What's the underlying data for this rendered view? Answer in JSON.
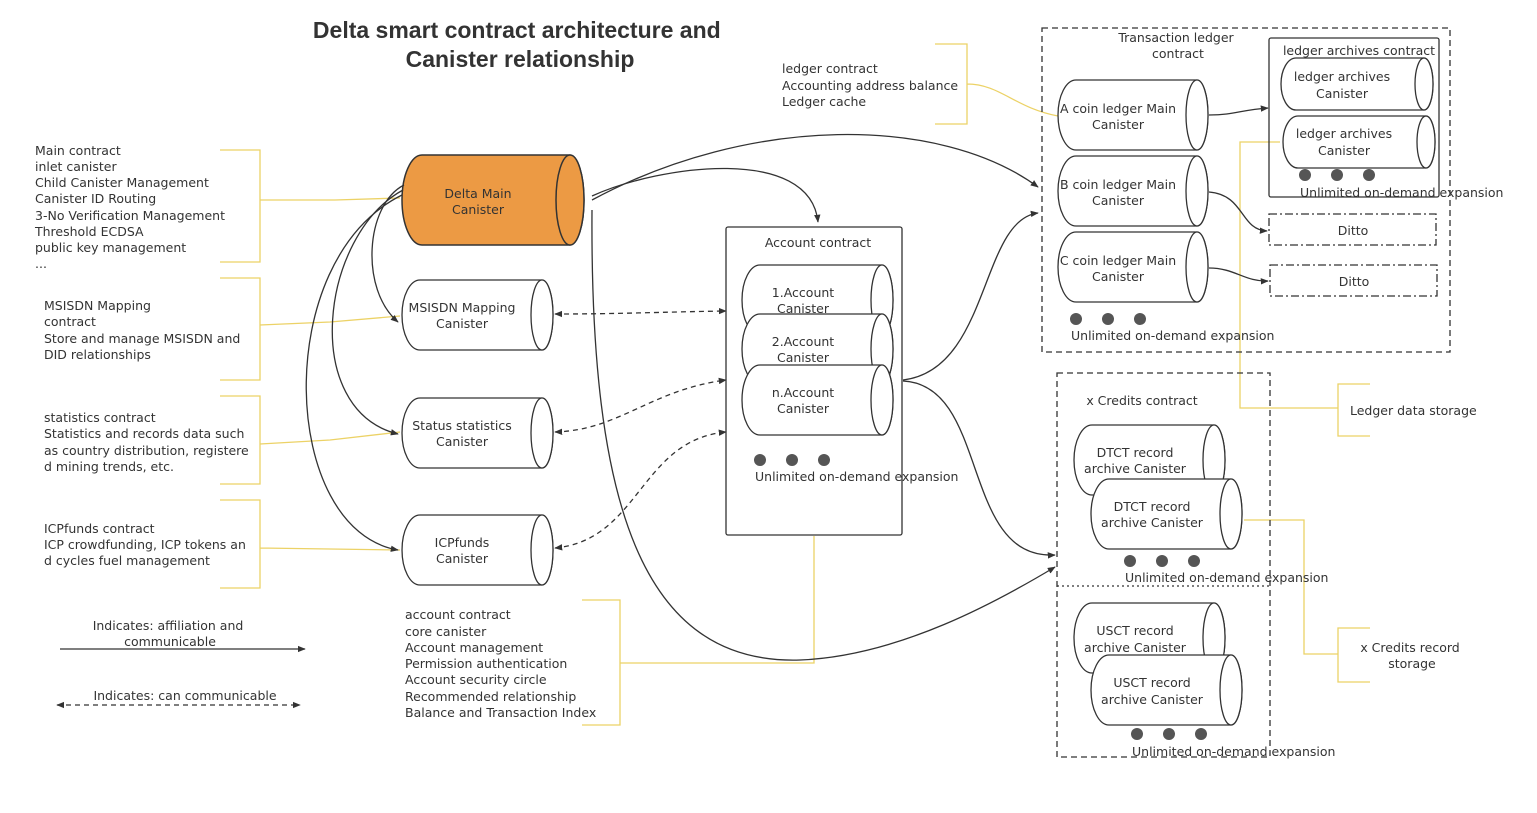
{
  "title": [
    "Delta smart contract architecture and",
    "Canister relationship"
  ],
  "colors": {
    "main_canister_fill": "#ec9a44",
    "annotation_bracket": "#ecd266",
    "line": "#333333",
    "dot": "#555555"
  },
  "canisters": {
    "delta_main": [
      "Delta Main",
      "Canister"
    ],
    "msisdn": [
      "MSISDN Mapping",
      "Canister"
    ],
    "status": [
      "Status statistics",
      "Canister"
    ],
    "icpfunds": [
      "ICPfunds",
      "Canister"
    ],
    "account1": [
      "1.Account",
      "Canister"
    ],
    "account2": [
      "2.Account",
      "Canister"
    ],
    "accountn": [
      "n.Account",
      "Canister"
    ],
    "coin_a": [
      "A coin ledger Main",
      "Canister"
    ],
    "coin_b": [
      "B coin ledger Main",
      "Canister"
    ],
    "coin_c": [
      "C coin ledger Main",
      "Canister"
    ],
    "archive1": [
      "ledger archives",
      "Canister"
    ],
    "archive2": [
      "ledger archives",
      "Canister"
    ],
    "dtct1": [
      "DTCT record",
      "archive Canister"
    ],
    "dtct2": [
      "DTCT record",
      "archive Canister"
    ],
    "usct1": [
      "USCT record",
      "archive Canister"
    ],
    "usct2": [
      "USCT record",
      "archive Canister"
    ]
  },
  "groups": {
    "account_contract": "Account contract",
    "transaction_ledger": [
      "Transaction ledger",
      "contract"
    ],
    "ledger_archives": "ledger archives contract",
    "credits_contract": "x Credits contract",
    "ditto_1": "Ditto",
    "ditto_2": "Ditto"
  },
  "expansion_text": "Unlimited on-demand expansion",
  "annotations": {
    "main": [
      "Main contract",
      "inlet canister",
      "Child Canister Management",
      "Canister ID Routing",
      "3-No Verification Management",
      "Threshold ECDSA",
      "public key management",
      "..."
    ],
    "msisdn": [
      "MSISDN Mapping",
      "contract",
      "Store and manage MSISDN and",
      "DID relationships"
    ],
    "statistics": [
      "statistics contract",
      "Statistics and records data such",
      "as country distribution, registere",
      "d mining trends, etc."
    ],
    "icpfunds": [
      "ICPfunds contract",
      "ICP crowdfunding, ICP tokens an",
      "d cycles fuel management"
    ],
    "account": [
      "account contract",
      "core canister",
      "Account management",
      "Permission authentication",
      "Account security circle",
      "Recommended relationship",
      "Balance and Transaction Index"
    ],
    "ledger": [
      "ledger contract",
      "Accounting address balance",
      "Ledger cache"
    ],
    "ledger_storage": "Ledger data storage",
    "credits_storage": [
      "x Credits record",
      "storage"
    ]
  },
  "legend": {
    "solid": [
      "Indicates: affiliation and",
      "communicable"
    ],
    "dashed": "Indicates: can communicable"
  }
}
